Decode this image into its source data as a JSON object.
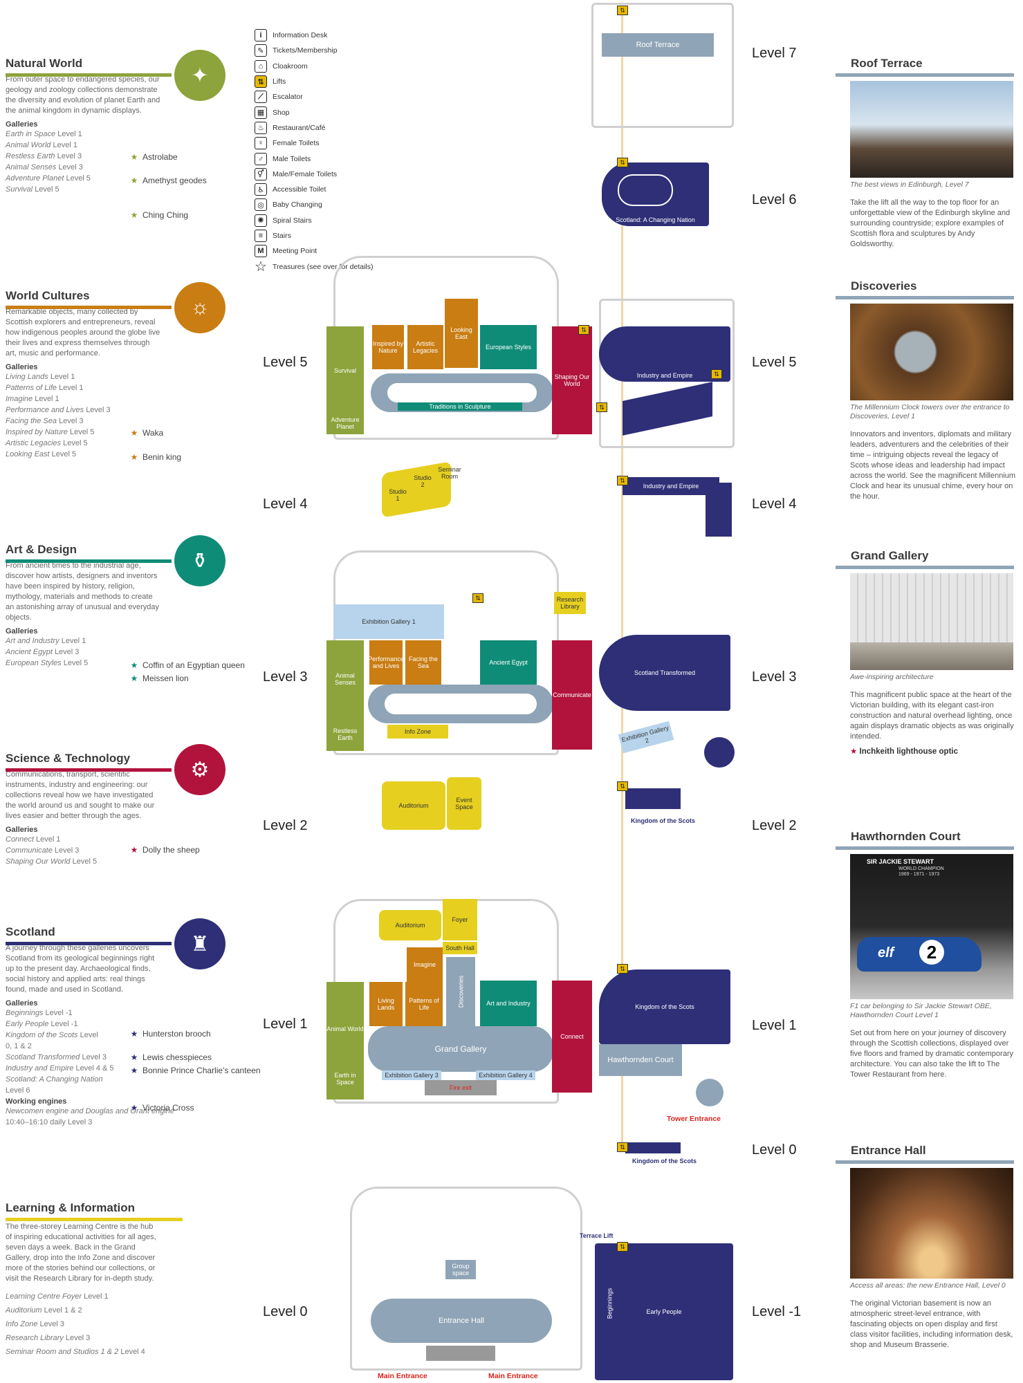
{
  "legend": [
    {
      "icon": "info-icon",
      "glyph": "i",
      "label": "Information Desk"
    },
    {
      "icon": "ticket-icon",
      "glyph": "✎",
      "label": "Tickets/Membership"
    },
    {
      "icon": "cloakroom-icon",
      "glyph": "⌂",
      "label": "Cloakroom"
    },
    {
      "icon": "lift-icon",
      "glyph": "⇅",
      "label": "Lifts",
      "yellow": true
    },
    {
      "icon": "escalator-icon",
      "glyph": "⟋",
      "label": "Escalator"
    },
    {
      "icon": "shop-icon",
      "glyph": "▦",
      "label": "Shop"
    },
    {
      "icon": "restaurant-icon",
      "glyph": "♨",
      "label": "Restaurant/Café"
    },
    {
      "icon": "female-toilet-icon",
      "glyph": "♀",
      "label": "Female Toilets"
    },
    {
      "icon": "male-toilet-icon",
      "glyph": "♂",
      "label": "Male Toilets"
    },
    {
      "icon": "unisex-toilet-icon",
      "glyph": "⚥",
      "label": "Male/Female Toilets"
    },
    {
      "icon": "accessible-toilet-icon",
      "glyph": "♿",
      "label": "Accessible Toilet"
    },
    {
      "icon": "baby-changing-icon",
      "glyph": "◎",
      "label": "Baby Changing"
    },
    {
      "icon": "spiral-stairs-icon",
      "glyph": "✺",
      "label": "Spiral Stairs"
    },
    {
      "icon": "stairs-icon",
      "glyph": "≡",
      "label": "Stairs"
    },
    {
      "icon": "meeting-point-icon",
      "glyph": "M",
      "label": "Meeting Point"
    },
    {
      "icon": "treasure-star-icon",
      "glyph": "☆",
      "label": "Treasures (see over for details)",
      "star": true
    }
  ],
  "sections": {
    "natural": {
      "title": "Natural World",
      "color": "#8da33b",
      "desc": "From outer space to endangered species, our geology and zoology collections demonstrate the diversity and evolution of planet Earth and the animal kingdom in dynamic displays.",
      "gal_head": "Galleries",
      "galleries": [
        {
          "name": "Earth in Space",
          "level": "Level 1"
        },
        {
          "name": "Animal World",
          "level": "Level 1"
        },
        {
          "name": "Restless Earth",
          "level": "Level 3"
        },
        {
          "name": "Animal Senses",
          "level": "Level 3"
        },
        {
          "name": "Adventure Planet",
          "level": "Level 5"
        },
        {
          "name": "Survival",
          "level": "Level 5"
        }
      ],
      "treasures": [
        "Astrolabe",
        "Amethyst geodes",
        "Ching Ching"
      ]
    },
    "cultures": {
      "title": "World Cultures",
      "color": "#c97d13",
      "desc": "Remarkable objects, many collected by Scottish explorers and entrepreneurs, reveal how indigenous peoples around the globe live their lives and express themselves through art, music and performance.",
      "gal_head": "Galleries",
      "galleries": [
        {
          "name": "Living Lands",
          "level": "Level 1"
        },
        {
          "name": "Patterns of Life",
          "level": "Level 1"
        },
        {
          "name": "Imagine",
          "level": "Level 1"
        },
        {
          "name": "Performance and Lives",
          "level": "Level 3"
        },
        {
          "name": "Facing the Sea",
          "level": "Level 3"
        },
        {
          "name": "Inspired by Nature",
          "level": "Level 5"
        },
        {
          "name": "Artistic Legacies",
          "level": "Level 5"
        },
        {
          "name": "Looking East",
          "level": "Level 5"
        }
      ],
      "treasures": [
        "Waka",
        "Benin king"
      ]
    },
    "art": {
      "title": "Art & Design",
      "color": "#0f8c77",
      "desc": "From ancient times to the industrial age, discover how artists, designers and inventors have been inspired by history, religion, mythology, materials and methods to create an astonishing array of unusual and everyday objects.",
      "gal_head": "Galleries",
      "galleries": [
        {
          "name": "Art and Industry",
          "level": "Level 1"
        },
        {
          "name": "Ancient Egypt",
          "level": "Level 3"
        },
        {
          "name": "European Styles",
          "level": "Level 5"
        }
      ],
      "treasures": [
        "Coffin of an Egyptian queen",
        "Meissen lion"
      ]
    },
    "science": {
      "title": "Science & Technology",
      "color": "#b1133c",
      "desc": "Communications, transport, scientific instruments, industry and engineering: our collections reveal how we have investigated the world around us and sought to make our lives easier and better through the ages.",
      "gal_head": "Galleries",
      "galleries": [
        {
          "name": "Connect",
          "level": "Level 1"
        },
        {
          "name": "Communicate",
          "level": "Level 3"
        },
        {
          "name": "Shaping Our World",
          "level": "Level 5"
        }
      ],
      "treasures": [
        "Dolly the sheep"
      ]
    },
    "scotland": {
      "title": "Scotland",
      "color": "#2e2f77",
      "desc": "A journey through these galleries uncovers Scotland from its geological beginnings right up to the present day. Archaeological finds, social history and applied arts: real things found, made and used in Scotland.",
      "gal_head": "Galleries",
      "galleries": [
        {
          "name": "Beginnings",
          "level": "Level -1"
        },
        {
          "name": "Early People",
          "level": "Level -1"
        },
        {
          "name": "Kingdom of the Scots",
          "level": "Level 0, 1 & 2"
        },
        {
          "name": "Scotland Transformed",
          "level": "Level 3"
        },
        {
          "name": "Industry and Empire",
          "level": "Level 4 & 5"
        },
        {
          "name": "Scotland: A Changing Nation",
          "level": "Level 6"
        }
      ],
      "treasures": [
        "Hunterston brooch",
        "Lewis chesspieces",
        "Bonnie Prince Charlie’s canteen",
        "Victoria Cross"
      ],
      "engines_head": "Working engines",
      "engines": "Newcomen engine and Douglas and Grant engine",
      "engines_time": "10:40–16:10 daily  Level 3"
    },
    "learning": {
      "title": "Learning & Information",
      "color": "#e6cf1f",
      "desc": "The three-storey Learning Centre is the hub of inspiring educational activities for all ages, seven days a week. Back in the Grand Gallery, drop into the Info Zone and discover more of the stories behind our collections, or visit the Research Library for in-depth study.",
      "galleries": [
        {
          "name": "Learning Centre Foyer",
          "level": "Level 1"
        },
        {
          "name": "Auditorium",
          "level": "Level 1 & 2"
        },
        {
          "name": "Info Zone",
          "level": "Level 3"
        },
        {
          "name": "Research Library",
          "level": "Level 3"
        },
        {
          "name": "Seminar Room and Studios 1 & 2",
          "level": "Level 4"
        }
      ]
    }
  },
  "levels": {
    "l7r": "Level 7",
    "l6r": "Level 6",
    "l5l": "Level 5",
    "l5r": "Level 5",
    "l4l": "Level 4",
    "l4r": "Level 4",
    "l3l": "Level 3",
    "l3r": "Level 3",
    "l2l": "Level 2",
    "l2r": "Level 2",
    "l1l": "Level 1",
    "l1r": "Level 1",
    "l0r": "Level 0",
    "l0l": "Level 0",
    "lm1r": "Level -1"
  },
  "rooms": {
    "roof_terrace": "Roof Terrace",
    "changing_nation": "Scotland: A Changing Nation",
    "survival": "Survival",
    "adventure_planet": "Adventure Planet",
    "inspired_nature": "Inspired by Nature",
    "artistic_legacies": "Artistic Legacies",
    "looking_east": "Looking East",
    "european_styles": "European Styles",
    "traditions": "Traditions in Sculpture",
    "shaping": "Shaping Our World",
    "industry_empire5": "Industry and Empire",
    "industry_empire4": "Industry and Empire",
    "studio1": "Studio 1",
    "studio2": "Studio 2",
    "seminar": "Seminar Room",
    "exhibition1": "Exhibition Gallery 1",
    "research_library": "Research Library",
    "animal_senses": "Animal Senses",
    "restless_earth": "Restless Earth",
    "performance": "Performance and Lives",
    "facing_sea": "Facing the Sea",
    "ancient_egypt": "Ancient Egypt",
    "info_zone": "Info Zone",
    "communicate": "Communicate",
    "scotland_transformed": "Scotland Transformed",
    "exhibition2": "Exhibition Gallery 2",
    "auditorium2": "Auditorium",
    "event_space": "Event Space",
    "kingdom2": "Kingdom of the Scots",
    "auditorium1": "Auditorium",
    "foyer": "Foyer",
    "south_hall": "South Hall",
    "imagine": "Imagine",
    "living_lands": "Living Lands",
    "patterns": "Patterns of Life",
    "discoveries": "Discoveries",
    "art_industry": "Art and Industry",
    "animal_world": "Animal World",
    "earth_space": "Earth in Space",
    "grand_gallery": "Grand Gallery",
    "exhibition3": "Exhibition Gallery 3",
    "exhibition4": "Exhibition Gallery 4",
    "fire_exit": "Fire exit",
    "connect": "Connect",
    "kingdom1": "Kingdom of the Scots",
    "hawthornden": "Hawthornden Court",
    "tower_entrance": "Tower Entrance",
    "kingdom0": "Kingdom of the Scots",
    "terrace_lift": "Terrace Lift",
    "group_space": "Group space",
    "entrance_hall": "Entrance Hall",
    "main_entrance_a": "Main Entrance",
    "main_entrance_b": "Main Entrance",
    "beginnings": "Beginnings",
    "early_people": "Early People"
  },
  "right": [
    {
      "key": "roof",
      "title": "Roof Terrace",
      "caption": "The best views in Edinburgh, Level 7",
      "desc": "Take the lift all the way to the top floor for an unforgettable view of the Edinburgh skyline and surrounding countryside; explore examples of Scottish flora and sculptures by Andy Goldsworthy."
    },
    {
      "key": "disc",
      "title": "Discoveries",
      "caption": "The Millennium Clock towers over the entrance to Discoveries, Level 1",
      "desc": "Innovators and inventors, diplomats and military leaders, adventurers and the celebrities of their time – intriguing objects reveal the legacy of Scots whose ideas and leadership had impact across the world. See the magnificent Millennium Clock and hear its unusual chime, every hour on the hour."
    },
    {
      "key": "grand",
      "title": "Grand Gallery",
      "caption": "Awe-inspiring architecture",
      "desc": "This magnificent public space at the heart of the Victorian building, with its elegant cast-iron construction and natural overhead lighting, once again displays dramatic objects as was originally intended.",
      "treasure": "Inchkeith lighthouse optic"
    },
    {
      "key": "haw",
      "title": "Hawthornden Court",
      "caption": "F1 car belonging to Sir Jackie Stewart OBE, Hawthornden Court Level 1",
      "desc": "Set out from here on your journey of discovery through the Scottish collections, displayed over five floors and framed by dramatic contemporary architecture. You can also take the lift to The Tower Restaurant from here.",
      "photo_text": "SIR JACKIE STEWART",
      "photo_sub": "WORLD CHAMPION",
      "photo_years": "1969 - 1971 - 1973",
      "car_num": "2",
      "car_brand": "elf"
    },
    {
      "key": "ent",
      "title": "Entrance Hall",
      "caption": "Access all areas: the new Entrance Hall, Level 0",
      "desc": "The original Victorian basement is now an atmospheric street-level entrance, with fascinating objects on open display and first class visitor facilities, including information desk, shop and Museum Brasserie."
    }
  ]
}
